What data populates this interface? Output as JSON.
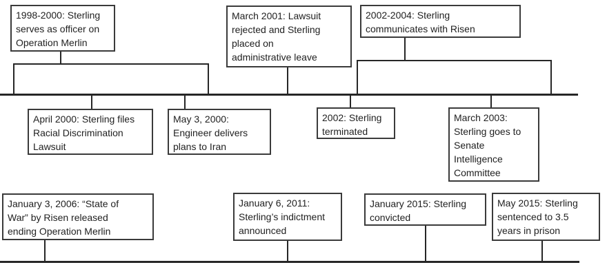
{
  "colors": {
    "background": "#ffffff",
    "line": "#262626",
    "box_border": "#3a3a3a",
    "text": "#1f1f1f"
  },
  "timelines": [
    {
      "id": "top",
      "events": [
        {
          "id": "1998-2000",
          "position": "above",
          "text": "1998-2000: Sterling\nserves as officer on\nOperation Merlin"
        },
        {
          "id": "march-2001",
          "position": "above",
          "text": "March 2001: Lawsuit\nrejected and Sterling\nplaced on\nadministrative leave"
        },
        {
          "id": "2002-2004",
          "position": "above",
          "text": "2002-2004: Sterling\ncommunicates with Risen"
        },
        {
          "id": "april-2000",
          "position": "below",
          "text": "April 2000: Sterling files\nRacial Discrimination\nLawsuit"
        },
        {
          "id": "may-3-2000",
          "position": "below",
          "text": "May 3, 2000:\nEngineer delivers\nplans to Iran"
        },
        {
          "id": "2002-terminated",
          "position": "below",
          "text": "2002: Sterling\nterminated"
        },
        {
          "id": "march-2003",
          "position": "below",
          "text": "March 2003:\nSterling goes to\nSenate\nIntelligence\nCommittee"
        }
      ]
    },
    {
      "id": "bottom",
      "events": [
        {
          "id": "january-3-2006",
          "position": "above",
          "text": "January 3, 2006: “State of\nWar” by Risen released\nending Operation Merlin"
        },
        {
          "id": "january-6-2011",
          "position": "above",
          "text": "January 6, 2011:\nSterling’s indictment\nannounced"
        },
        {
          "id": "january-2015",
          "position": "above",
          "text": "January 2015: Sterling\nconvicted"
        },
        {
          "id": "may-2015",
          "position": "above",
          "text": "May 2015: Sterling\nsentenced to 3.5\nyears in prison"
        }
      ]
    }
  ]
}
